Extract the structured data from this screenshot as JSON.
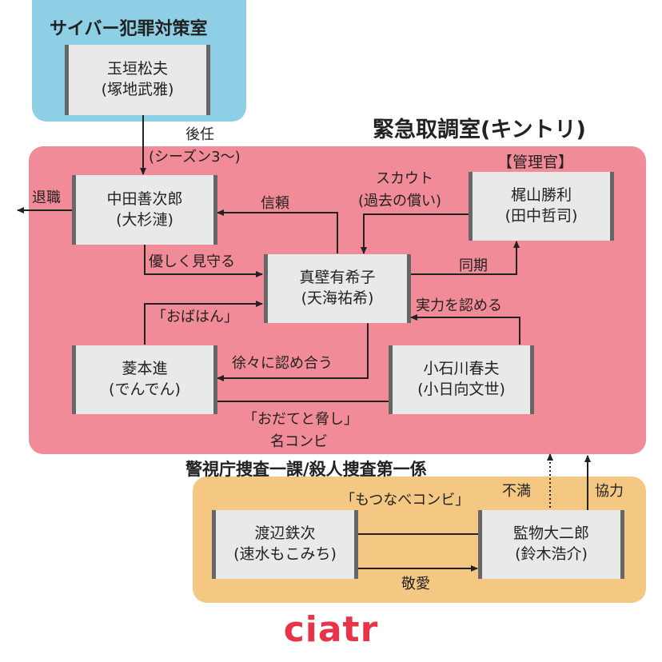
{
  "groups": {
    "cyber": "サイバー犯罪対策室",
    "kintori": "緊急取調室(キントリ)",
    "mpd": "警視庁捜査一課/殺人捜査第一係"
  },
  "people": {
    "tamagaki": {
      "role": "玉垣松夫",
      "actor": "(塚地武雅)"
    },
    "nakata": {
      "role": "中田善次郎",
      "actor": "(大杉漣)"
    },
    "kajiyama": {
      "role": "梶山勝利",
      "actor": "(田中哲司)",
      "title": "【管理官】"
    },
    "makabe": {
      "role": "真壁有希子",
      "actor": "(天海祐希)"
    },
    "hishimoto": {
      "role": "菱本進",
      "actor": "(でんでん)"
    },
    "koishikawa": {
      "role": "小石川春夫",
      "actor": "(小日向文世)"
    },
    "watanabe": {
      "role": "渡辺鉄次",
      "actor": "(速水もこみち)"
    },
    "kenmotsu": {
      "role": "監物大二郎",
      "actor": "(鈴木浩介)"
    }
  },
  "relations": {
    "successor_line1": "後任",
    "successor_line2": "(シーズン3〜)",
    "retired": "退職",
    "trust": "信頼",
    "scout_line1": "スカウト",
    "scout_line2": "(過去の償い)",
    "watch_over": "優しく見守る",
    "same_year": "同期",
    "obahan": "「おばはん」",
    "recognize_ability": "実力を認める",
    "mutual_recognition": "徐々に認め合う",
    "combo_line1": "「おだてと脅し」",
    "combo_line2": "名コンビ",
    "motsunabe": "「もつなべコンビ」",
    "respect": "敬愛",
    "dissatisfied": "不満",
    "cooperate": "協力"
  },
  "brand": "ciatr",
  "colors": {
    "cyber": "#8ecfe6",
    "kintori": "#f28b98",
    "mpd": "#f4c882",
    "brand": "#e8334a"
  }
}
